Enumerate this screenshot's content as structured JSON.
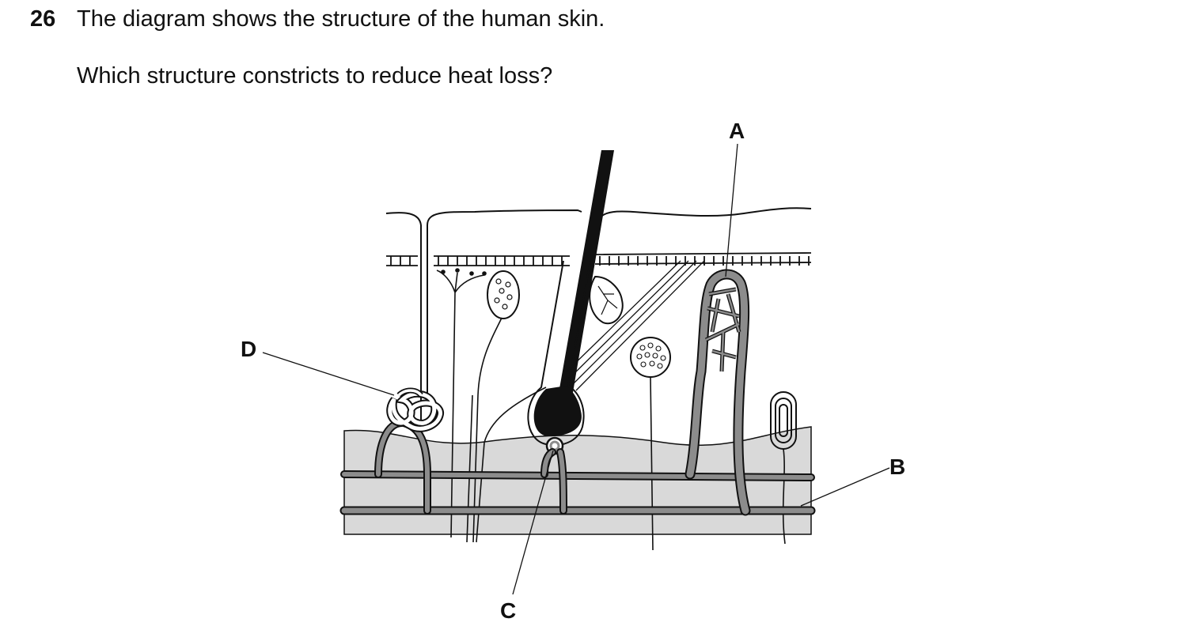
{
  "question": {
    "number": "26",
    "stem": "The diagram shows the structure of the human skin.",
    "prompt": "Which structure constricts to reduce heat loss?"
  },
  "diagram": {
    "labels": {
      "a": "A",
      "b": "B",
      "c": "C",
      "d": "D"
    },
    "colors": {
      "ink": "#111111",
      "vessel": "#8c8c8c",
      "fat_layer": "#d9d9d9"
    }
  }
}
